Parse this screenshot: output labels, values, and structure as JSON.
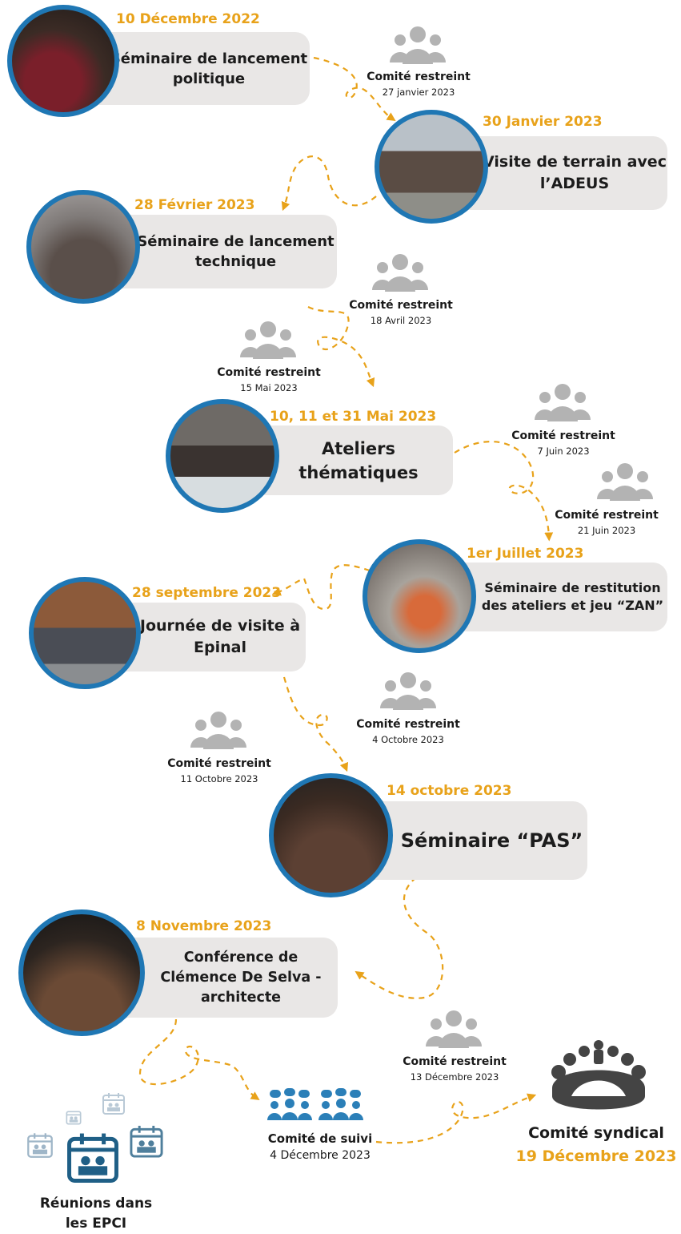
{
  "events": [
    {
      "date": "10 Décembre 2022",
      "title": "Séminaire de lancement politique"
    },
    {
      "date": "30 Janvier 2023",
      "title": "Visite de terrain avec l’ADEUS"
    },
    {
      "date": "28 Février 2023",
      "title": "Séminaire de lancement technique"
    },
    {
      "date": "10, 11 et 31 Mai 2023",
      "title": "Ateliers thématiques"
    },
    {
      "date": "1er Juillet 2023",
      "title": "Séminaire de restitution des ateliers et jeu “ZAN”"
    },
    {
      "date": "28 septembre 2023",
      "title": "Journée de visite à Epinal"
    },
    {
      "date": "14 octobre 2023",
      "title": "Séminaire “PAS”"
    },
    {
      "date": "8 Novembre 2023",
      "title": "Conférence de Clémence De Selva - architecte"
    }
  ],
  "comites": [
    {
      "title": "Comité restreint",
      "date": "27 janvier 2023"
    },
    {
      "title": "Comité restreint",
      "date": "18 Avril 2023"
    },
    {
      "title": "Comité restreint",
      "date": "15 Mai 2023"
    },
    {
      "title": "Comité restreint",
      "date": "7 Juin 2023"
    },
    {
      "title": "Comité restreint",
      "date": "21 Juin 2023"
    },
    {
      "title": "Comité restreint",
      "date": "4 Octobre 2023"
    },
    {
      "title": "Comité restreint",
      "date": "11 Octobre 2023"
    },
    {
      "title": "Comité restreint",
      "date": "13 Décembre 2023"
    }
  ],
  "suivi": {
    "title": "Comité de suivi",
    "date": "4 Décembre 2023"
  },
  "syndical": {
    "title": "Comité syndical",
    "date": "19 Décembre 2023"
  },
  "epci": {
    "title": "Réunions dans les EPCI"
  },
  "colors": {
    "accent": "#e8a21a",
    "ring": "#1f77b4",
    "card": "#e9e7e6",
    "people": "#b3b3b3",
    "suivi": "#2b7fb8",
    "epci": "#1f5f86"
  }
}
